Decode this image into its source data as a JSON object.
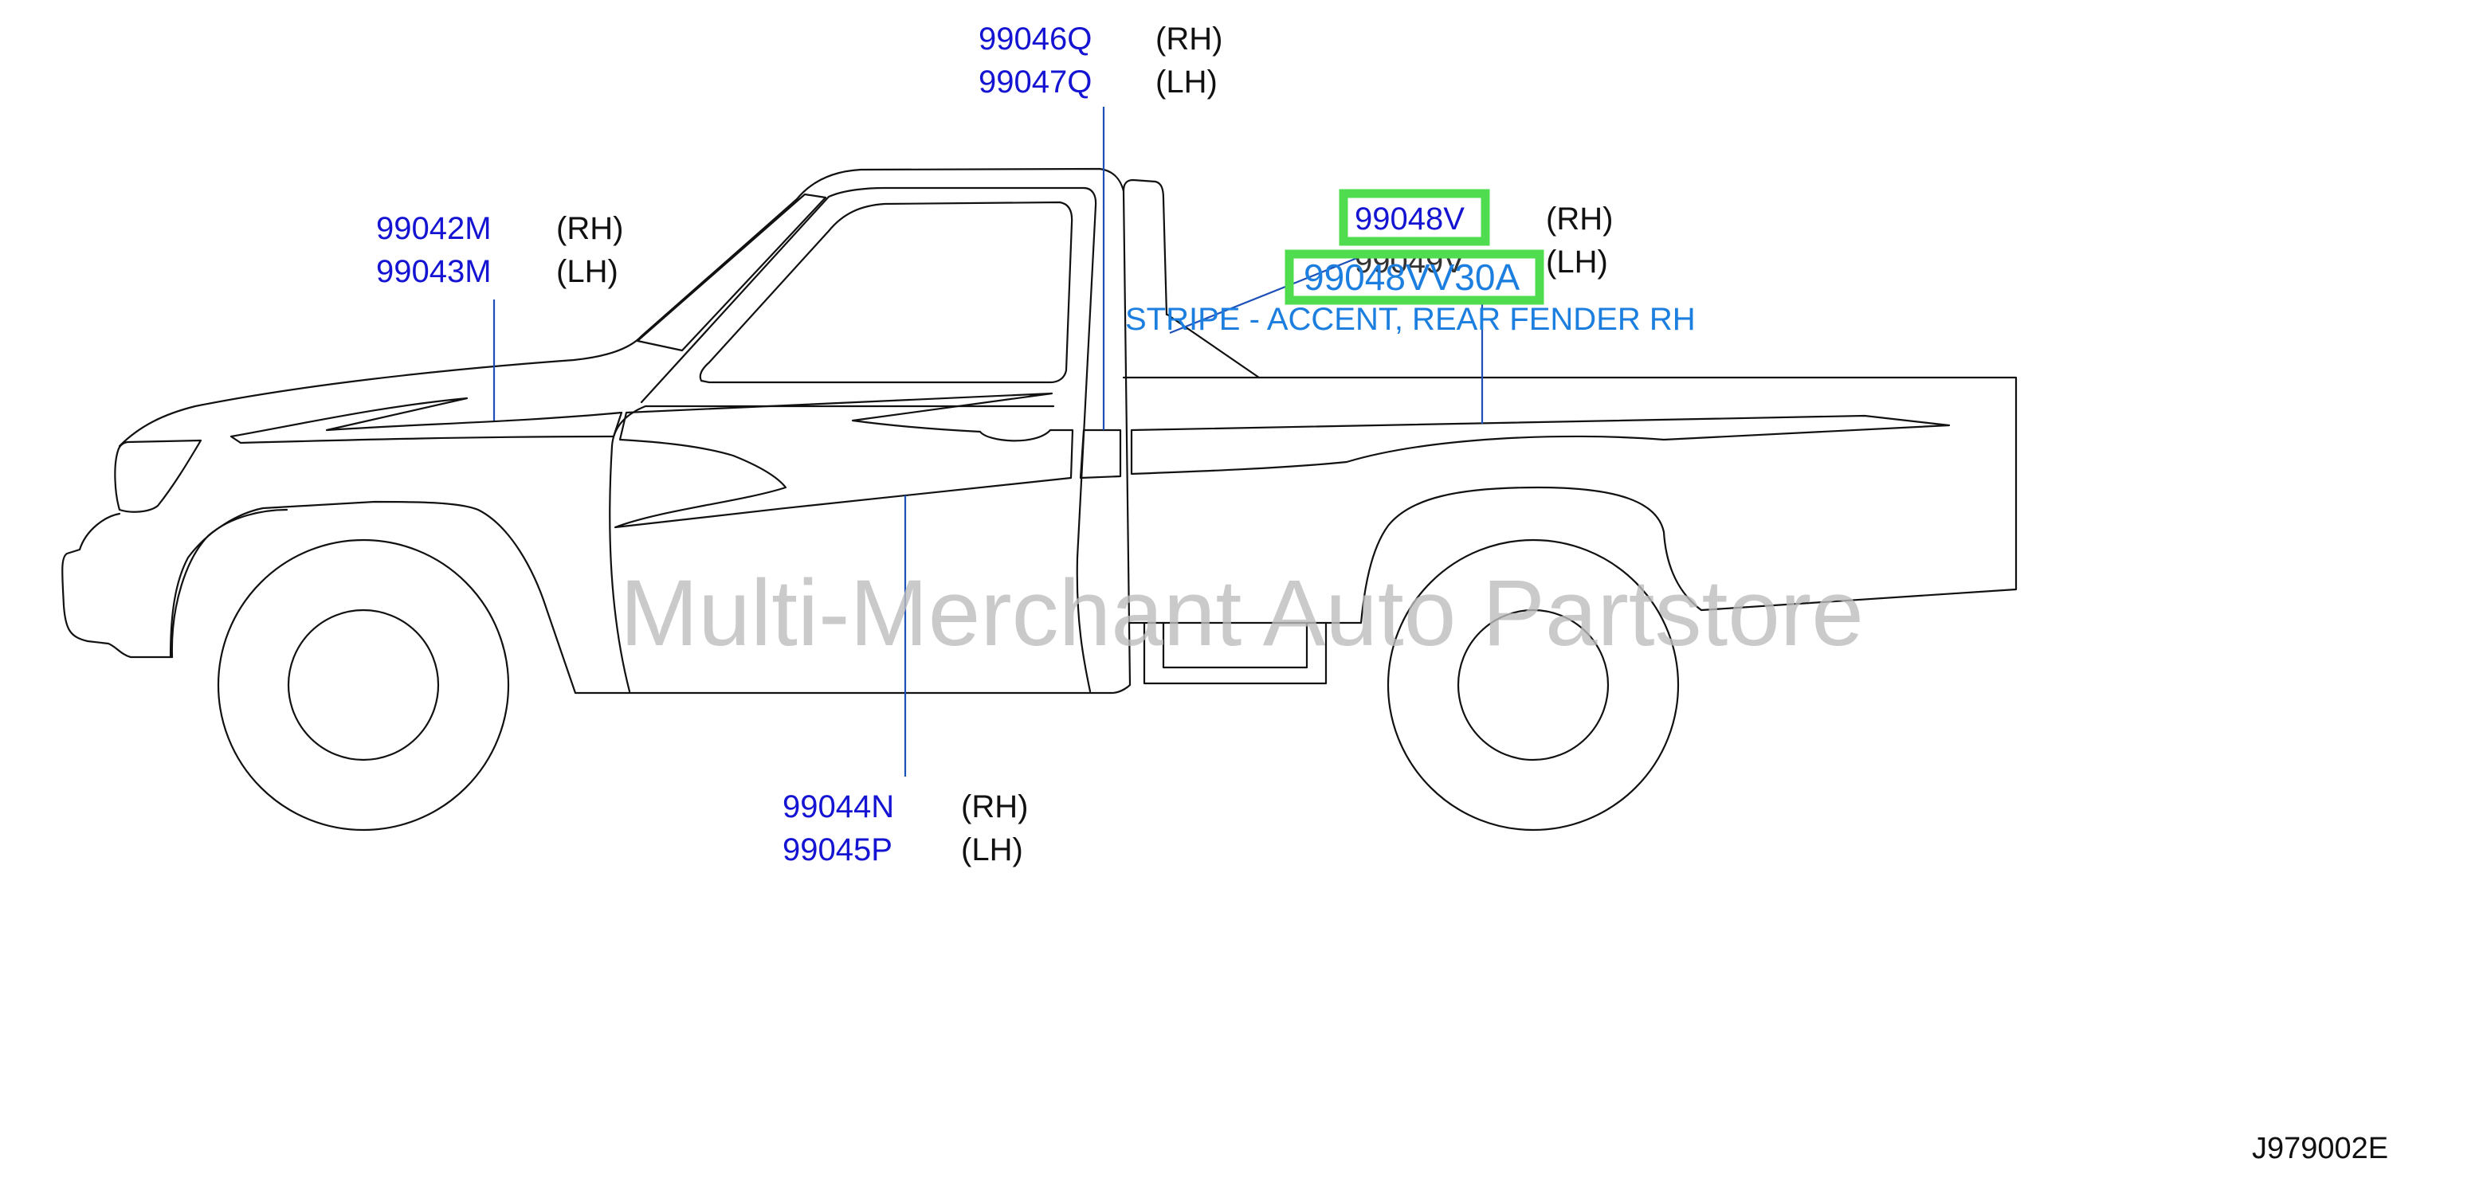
{
  "diagram_code": "J979002E",
  "watermark": "Multi-Merchant Auto Partstore",
  "colors": {
    "part_number_link": "#1414d2",
    "leader_line": "#1c4fb8",
    "highlight": "#4fdc4f",
    "popup_text": "#1c7fe0",
    "watermark": "#bdbdbd",
    "line_art": "#111111"
  },
  "callouts": {
    "b_pillar": {
      "rh": "99046Q",
      "lh": "99047Q",
      "rh_side": "(RH)",
      "lh_side": "(LH)"
    },
    "hood": {
      "rh": "99042M",
      "lh": "99043M",
      "rh_side": "(RH)",
      "lh_side": "(LH)"
    },
    "door": {
      "rh": "99044N",
      "lh": "99045P",
      "rh_side": "(RH)",
      "lh_side": "(LH)"
    },
    "rear_fender": {
      "rh": "99048V",
      "lh": "99049V",
      "rh_side": "(RH)",
      "lh_side": "(LH)"
    }
  },
  "popup": {
    "part_number": "99048VV30A",
    "description": "STRIPE - ACCENT, REAR FENDER RH"
  }
}
